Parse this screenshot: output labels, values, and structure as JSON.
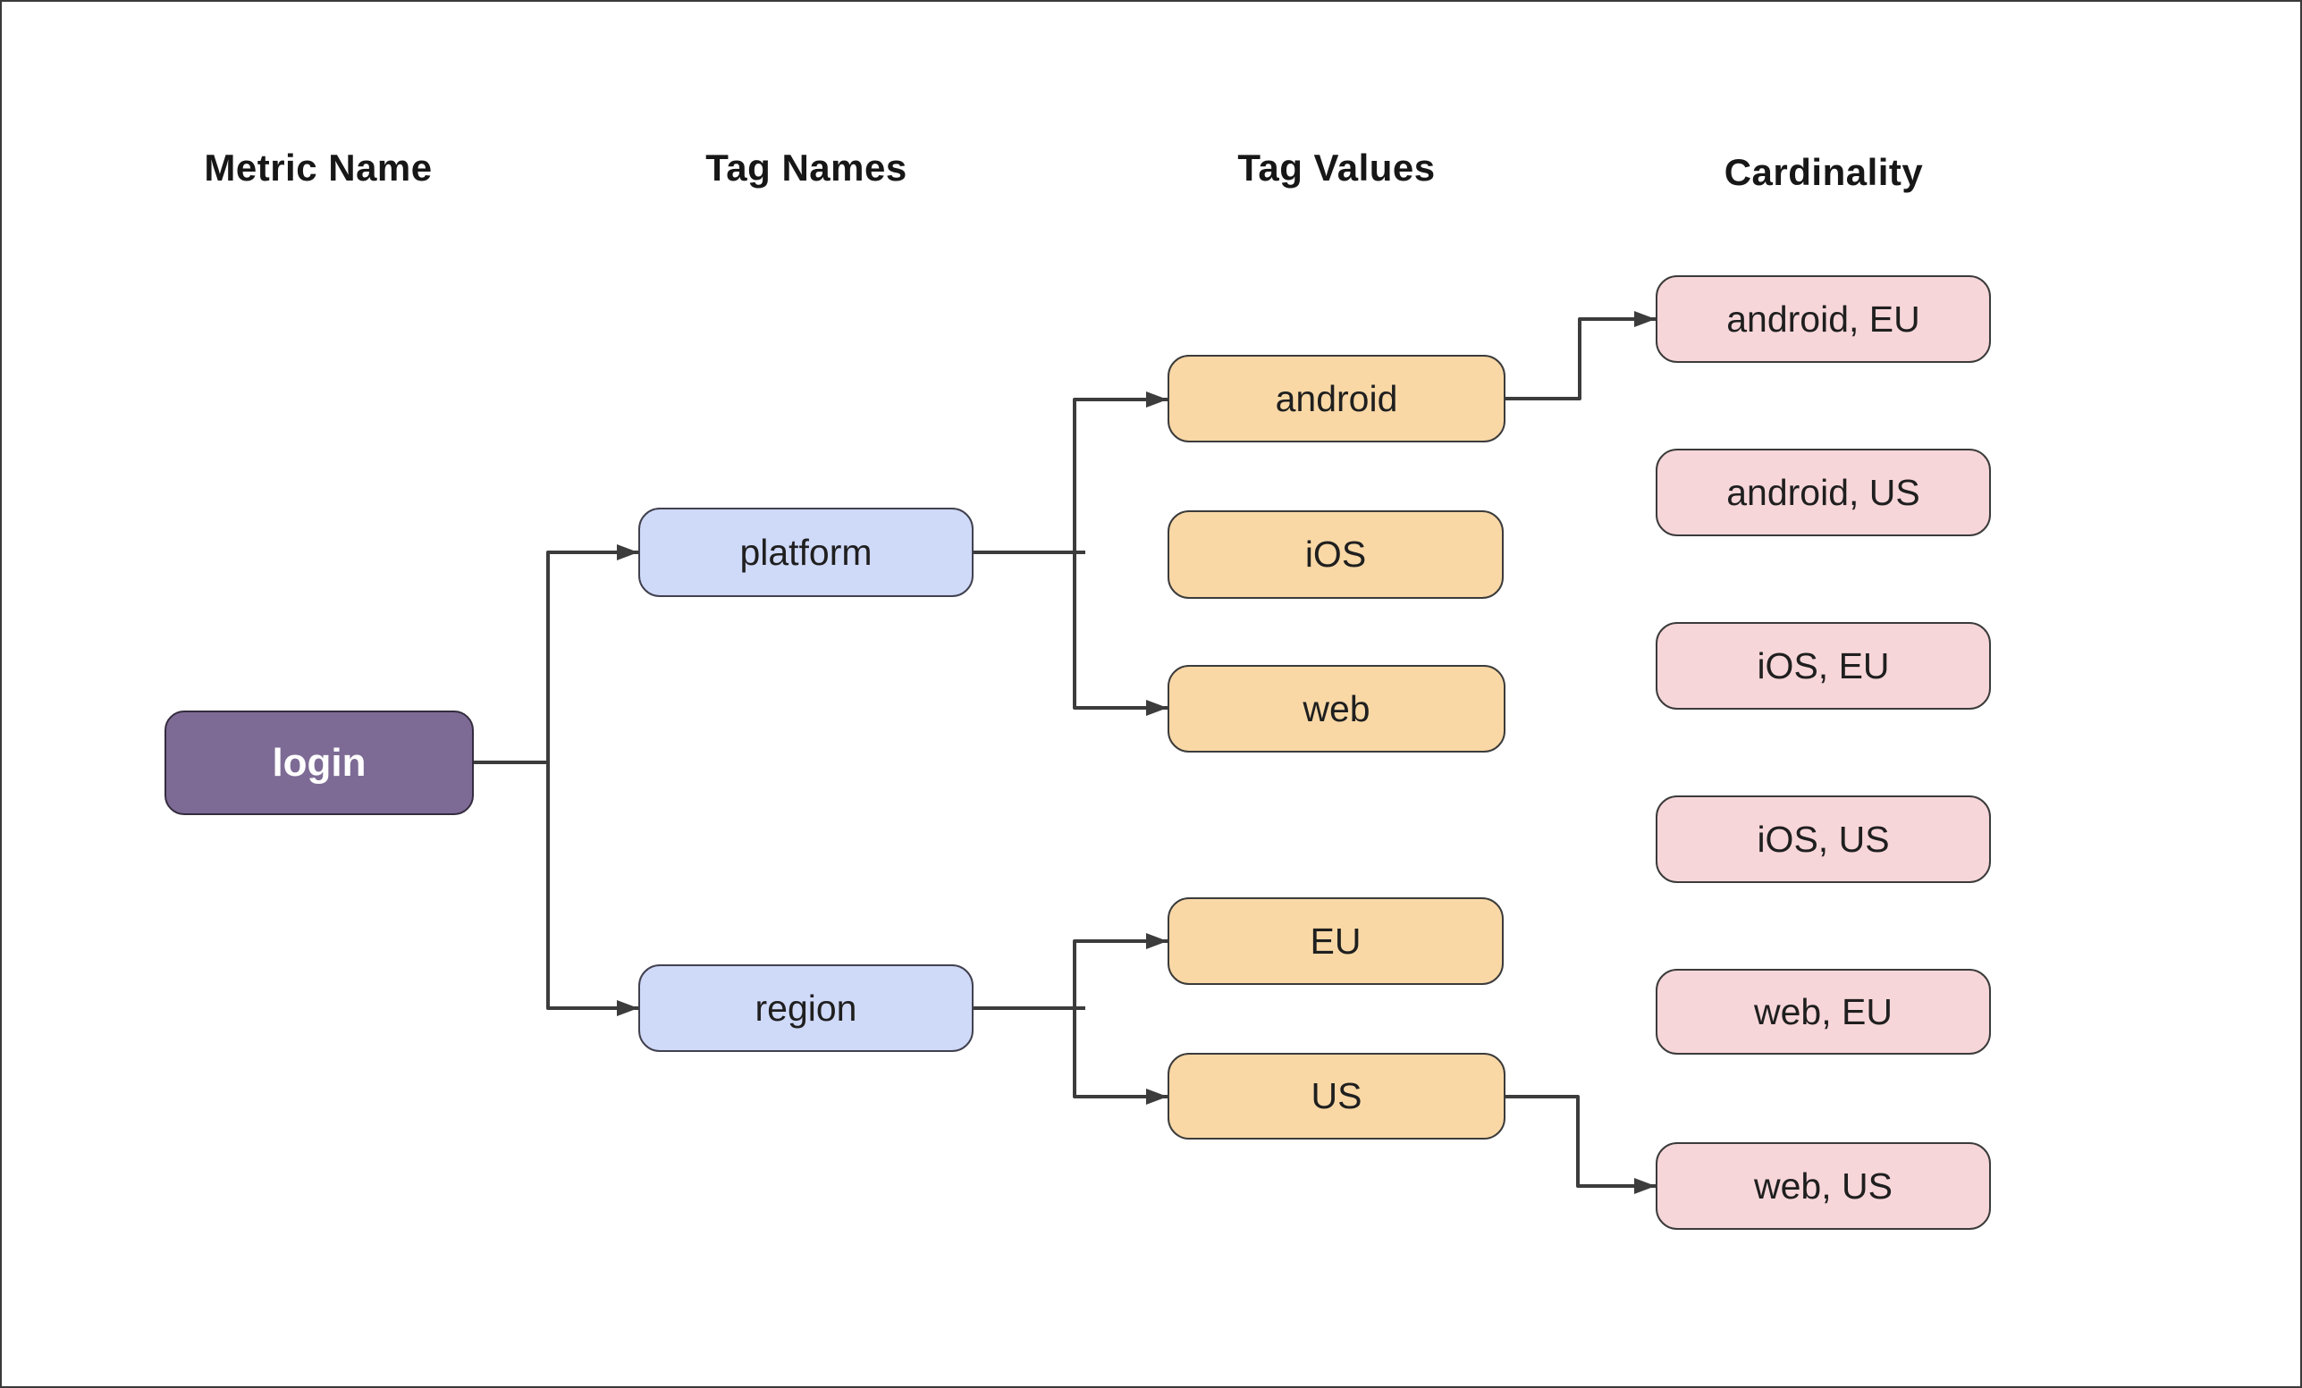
{
  "headers": {
    "metric_name": "Metric Name",
    "tag_names": "Tag Names",
    "tag_values": "Tag Values",
    "cardinality": "Cardinality"
  },
  "nodes": {
    "metric": {
      "label": "login"
    },
    "tag_names": [
      {
        "label": "platform"
      },
      {
        "label": "region"
      }
    ],
    "tag_values": [
      {
        "label": "android"
      },
      {
        "label": "iOS"
      },
      {
        "label": "web"
      },
      {
        "label": "EU"
      },
      {
        "label": "US"
      }
    ],
    "cardinality": [
      {
        "label": "android, EU"
      },
      {
        "label": "android, US"
      },
      {
        "label": "iOS, EU"
      },
      {
        "label": "iOS, US"
      },
      {
        "label": "web, EU"
      },
      {
        "label": "web, US"
      }
    ]
  },
  "edges": [
    {
      "from": "login",
      "to": "platform"
    },
    {
      "from": "login",
      "to": "region"
    },
    {
      "from": "platform",
      "to": "android"
    },
    {
      "from": "platform",
      "to": "web"
    },
    {
      "from": "region",
      "to": "EU"
    },
    {
      "from": "region",
      "to": "US"
    },
    {
      "from": "android",
      "to": "android, EU"
    },
    {
      "from": "US",
      "to": "web, US"
    }
  ],
  "colors": {
    "metricFill": "#7d6b95",
    "tagFill": "#cfd9f8",
    "valueFill": "#f9d8a6",
    "cardFill": "#f7d6d9",
    "edgeStroke": "#3c3c3c",
    "background": "#ffffff",
    "headerText": "#171717"
  }
}
